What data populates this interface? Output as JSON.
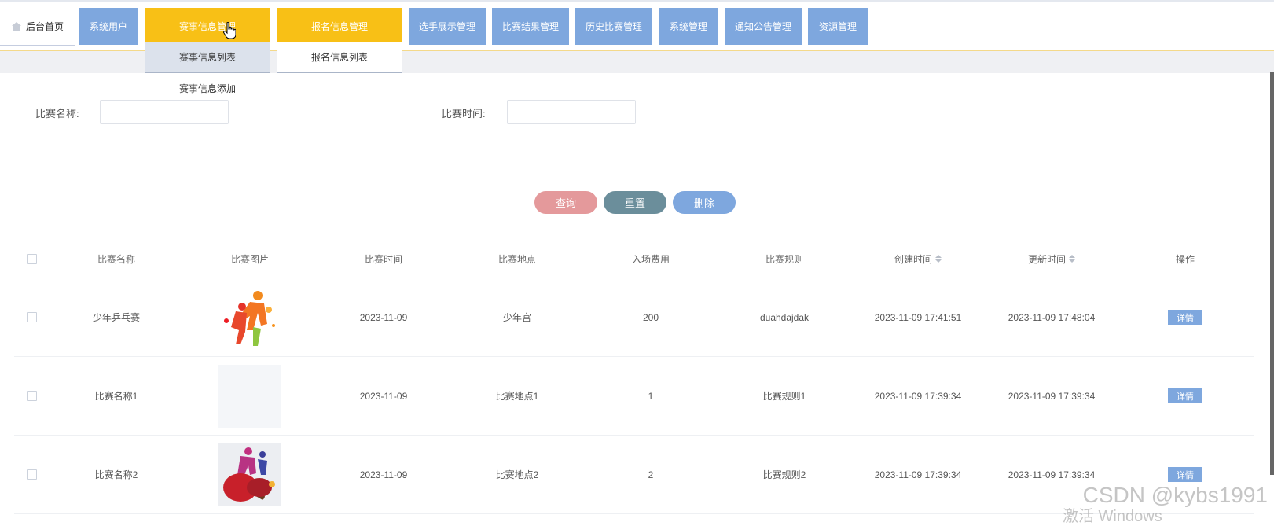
{
  "nav": {
    "home_label": "后台首页",
    "items": [
      {
        "label": "系统用户"
      },
      {
        "label": "赛事信息管理"
      },
      {
        "label": "报名信息管理"
      },
      {
        "label": "选手展示管理"
      },
      {
        "label": "比赛结果管理"
      },
      {
        "label": "历史比赛管理"
      },
      {
        "label": "系统管理"
      },
      {
        "label": "通知公告管理"
      },
      {
        "label": "资源管理"
      }
    ],
    "dropdown_match": [
      "赛事信息列表",
      "赛事信息添加"
    ],
    "dropdown_signup": [
      "报名信息列表"
    ]
  },
  "filters": {
    "name_label": "比赛名称:",
    "time_label": "比赛时间:"
  },
  "actions": {
    "query": "查询",
    "reset": "重置",
    "delete": "删除"
  },
  "colors": {
    "nav_blue": "#7ea7de",
    "nav_active": "#f8c016",
    "query": "#e4999b",
    "reset": "#6b8e9b",
    "delete": "#7ea7de"
  },
  "table": {
    "headers": [
      "比赛名称",
      "比赛图片",
      "比赛时间",
      "比赛地点",
      "入场费用",
      "比赛规则",
      "创建时间",
      "更新时间",
      "操作"
    ],
    "rows": [
      {
        "name": "少年乒乓赛",
        "image": "players-silhouette",
        "date": "2023-11-09",
        "place": "少年宫",
        "fee": "200",
        "rule": "duahdajdak",
        "created": "2023-11-09 17:41:51",
        "updated": "2023-11-09 17:48:04",
        "op": "详情"
      },
      {
        "name": "比赛名称1",
        "image": "blank",
        "date": "2023-11-09",
        "place": "比赛地点1",
        "fee": "1",
        "rule": "比赛规则1",
        "created": "2023-11-09 17:39:34",
        "updated": "2023-11-09 17:39:34",
        "op": "详情"
      },
      {
        "name": "比赛名称2",
        "image": "paddle-players",
        "date": "2023-11-09",
        "place": "比赛地点2",
        "fee": "2",
        "rule": "比赛规则2",
        "created": "2023-11-09 17:39:34",
        "updated": "2023-11-09 17:39:34",
        "op": "详情"
      }
    ]
  },
  "watermark": {
    "csdn": "CSDN @kybs1991",
    "windows": "激活 Windows"
  }
}
